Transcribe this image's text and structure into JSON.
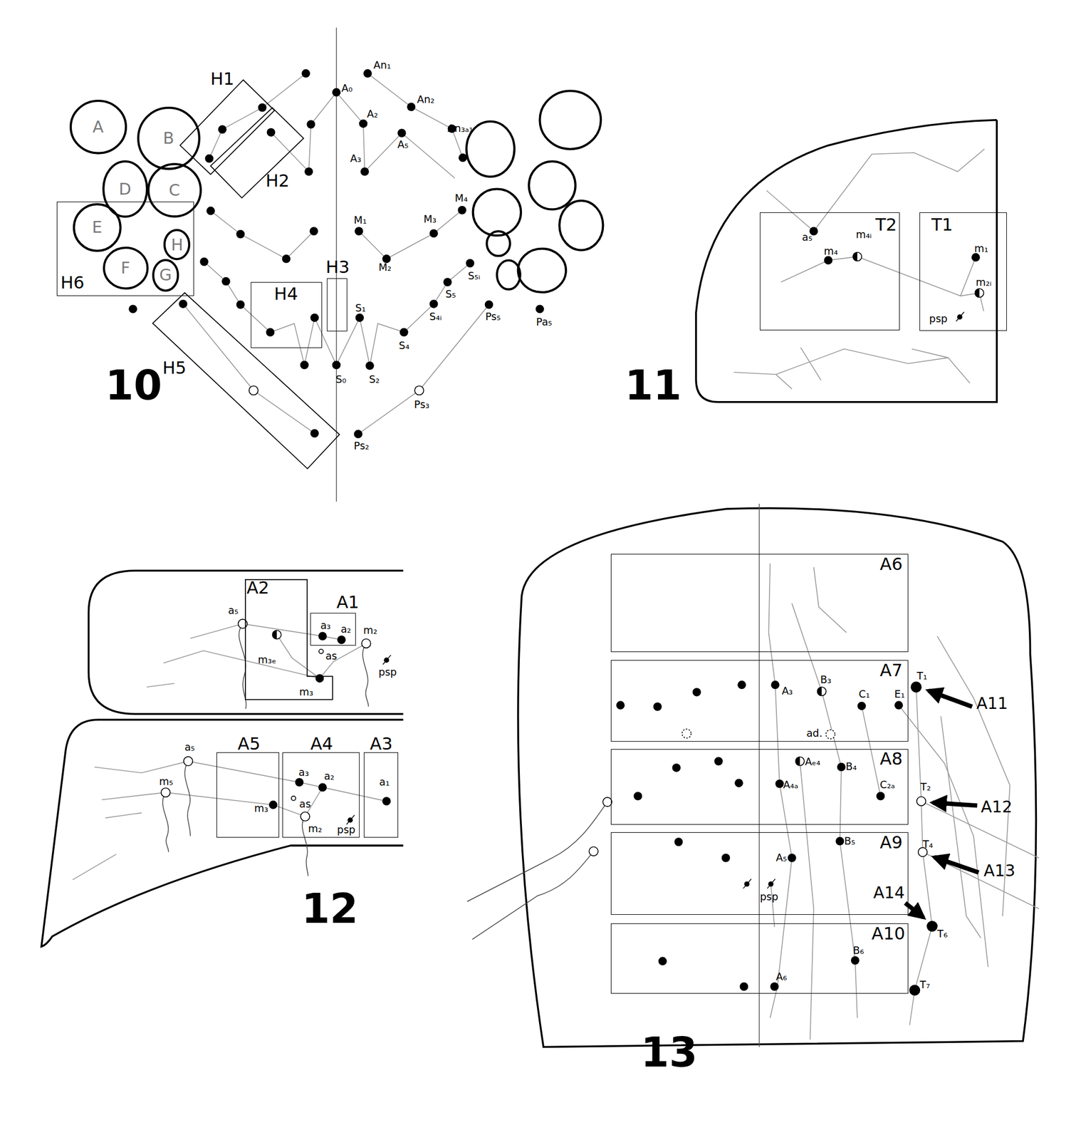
{
  "diagram": {
    "nodes": [
      {
        "text": [
          "H1"
        ]
      },
      {
        "text": [
          "H2"
        ]
      },
      {
        "text": [
          "A"
        ]
      },
      {
        "text": [
          "B"
        ]
      },
      {
        "text": [
          "D"
        ]
      },
      {
        "text": [
          "C"
        ]
      },
      {
        "text": [
          "H6"
        ]
      },
      {
        "text": [
          "E"
        ],
        "in": 6
      },
      {
        "text": [
          "H"
        ],
        "in": 6
      },
      {
        "text": [
          "F"
        ],
        "in": 6
      },
      {
        "text": [
          "G"
        ],
        "in": 6
      },
      {
        "text": [
          "H4"
        ]
      },
      {
        "text": [
          "H3"
        ]
      },
      {
        "text": [
          "H5"
        ]
      },
      {
        "text": [
          "T2"
        ]
      },
      {
        "text": [
          "T1"
        ]
      },
      {
        "text": [
          "A2"
        ]
      },
      {
        "text": [
          "A1"
        ]
      },
      {
        "text": [
          "A5"
        ]
      },
      {
        "text": [
          "A4"
        ]
      },
      {
        "text": [
          "A3"
        ]
      },
      {
        "text": [
          "A6"
        ]
      },
      {
        "text": [
          "A7"
        ]
      },
      {
        "text": [
          "A8"
        ]
      },
      {
        "text": [
          "A9"
        ]
      },
      {
        "text": [
          "A10"
        ]
      }
    ],
    "labels": [
      "A₀",
      "An₁",
      "An₂",
      "An₃ₐ₁",
      "A₂",
      "A₅",
      "A₃",
      "M₁",
      "M₂",
      "M₃",
      "M₄",
      "S₅ᵢ",
      "S₅",
      "S₁",
      "S₄ᵢ",
      "S₄",
      "Ps₅",
      "Pa₅",
      "S₀",
      "S₂",
      "Ps₃",
      "Ps₂",
      "10",
      "a₅",
      "m₄",
      "m₄ᵢ",
      "m₁",
      "m₂ᵢ",
      "psp",
      "11",
      "a₅",
      "m₃ₑ",
      "a₃",
      "a₂",
      "m₂",
      "as",
      "psp",
      "m₃",
      "a₅",
      "m₅",
      "a₃",
      "a₂",
      "m₃",
      "as",
      "m₂",
      "psp",
      "a₁",
      "12",
      "A₃",
      "B₃",
      "C₁",
      "E₁",
      "T₁",
      "ad.",
      "Aₑ₄",
      "B₄",
      "A₄ₐ",
      "C₂ₐ",
      "T₂",
      "B₅",
      "A₅",
      "T₄",
      "psp",
      "T₆",
      "B₆",
      "A₆",
      "T₇",
      "A11",
      "A12",
      "A13",
      "A14",
      "13"
    ]
  }
}
